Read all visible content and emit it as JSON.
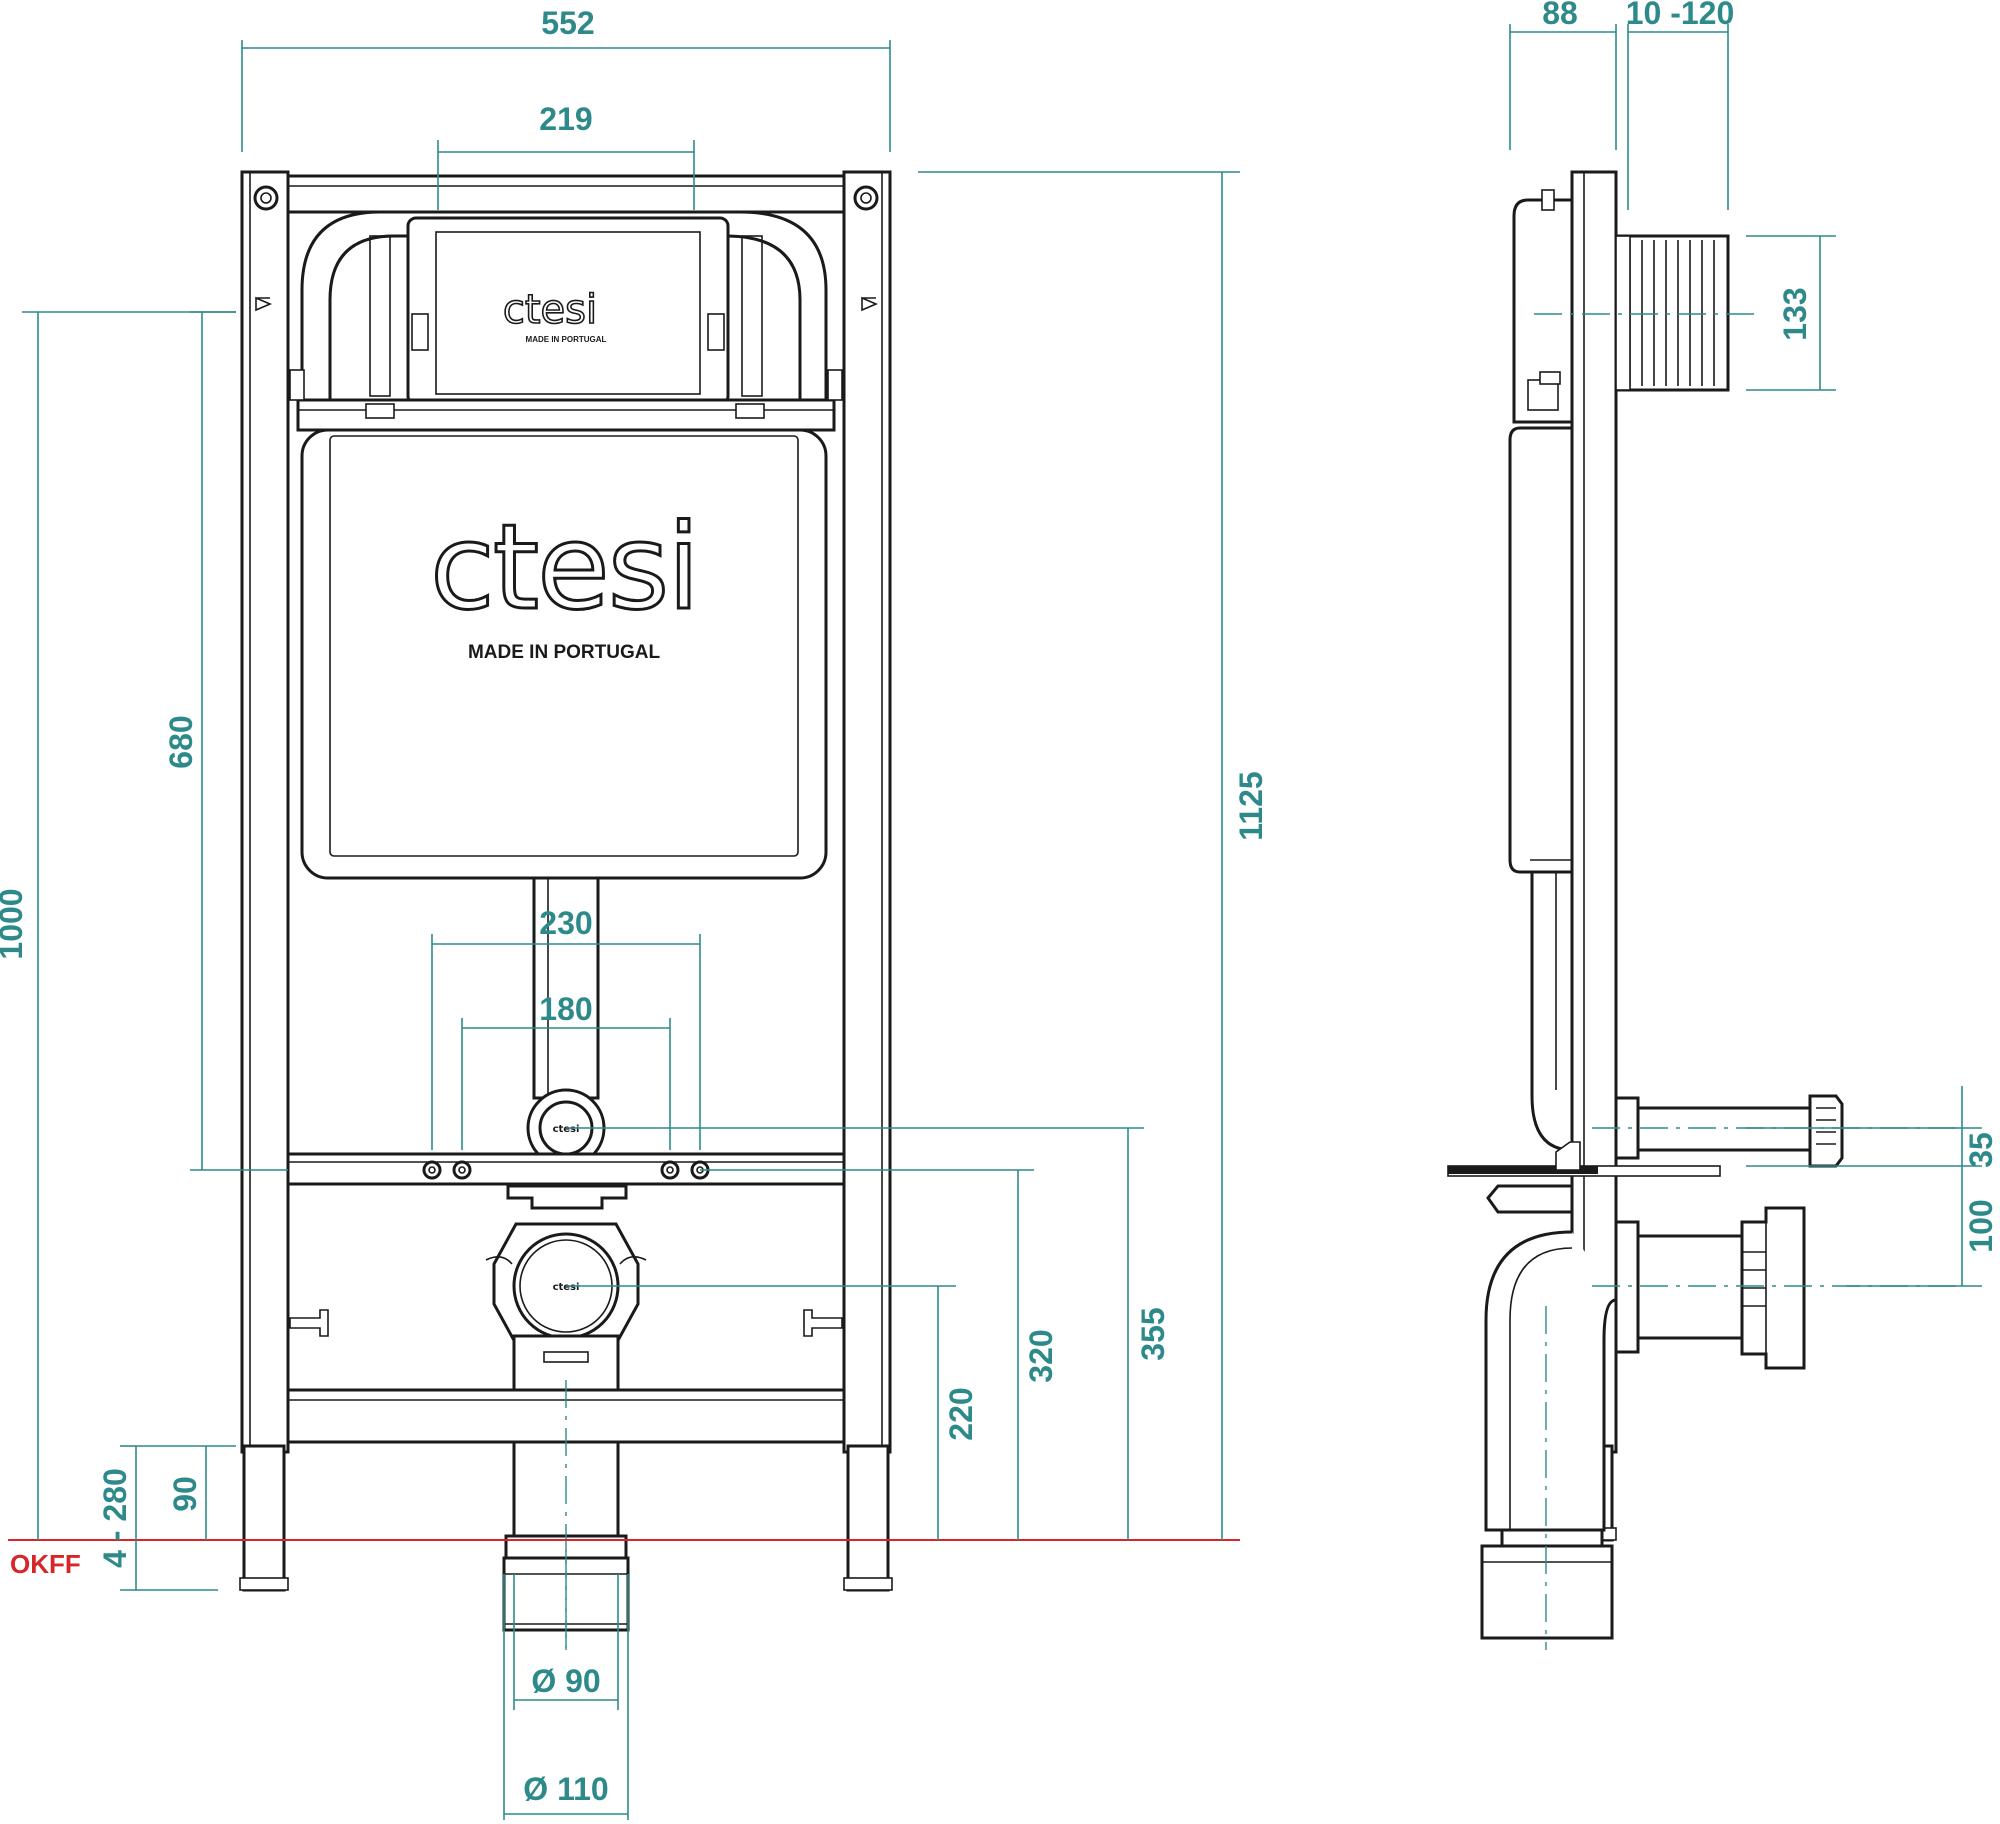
{
  "brand": {
    "logo_large": "ctesi",
    "logo_small": "ctesi",
    "origin_large": "MADE IN PORTUGAL",
    "origin_small": "MADE IN PORTUGAL",
    "flush_logo": "ctesi",
    "drain_logo": "ctesi"
  },
  "front_view": {
    "width_overall": "552",
    "cistern_opening": "219",
    "height_total": "1125",
    "height_1000": "1000",
    "height_680": "680",
    "bolt_spacing_outer": "230",
    "bolt_spacing_inner": "180",
    "inlet_height": "355",
    "bolts_height": "320",
    "drain_height": "220",
    "foot_90": "90",
    "foot_range": "4 - 280",
    "floor_label": "OKFF",
    "drain_diameter_inner": "Ø 90",
    "drain_diameter_outer": "Ø 110"
  },
  "side_view": {
    "depth_frame": "88",
    "depth_adjust": "10 -120",
    "cistern_pipe_height": "133",
    "dim_35": "35",
    "dim_100": "100"
  },
  "colors": {
    "dimension": "#2e8a8a",
    "floor_line": "#d6262a",
    "outline": "#1a1a1a"
  }
}
